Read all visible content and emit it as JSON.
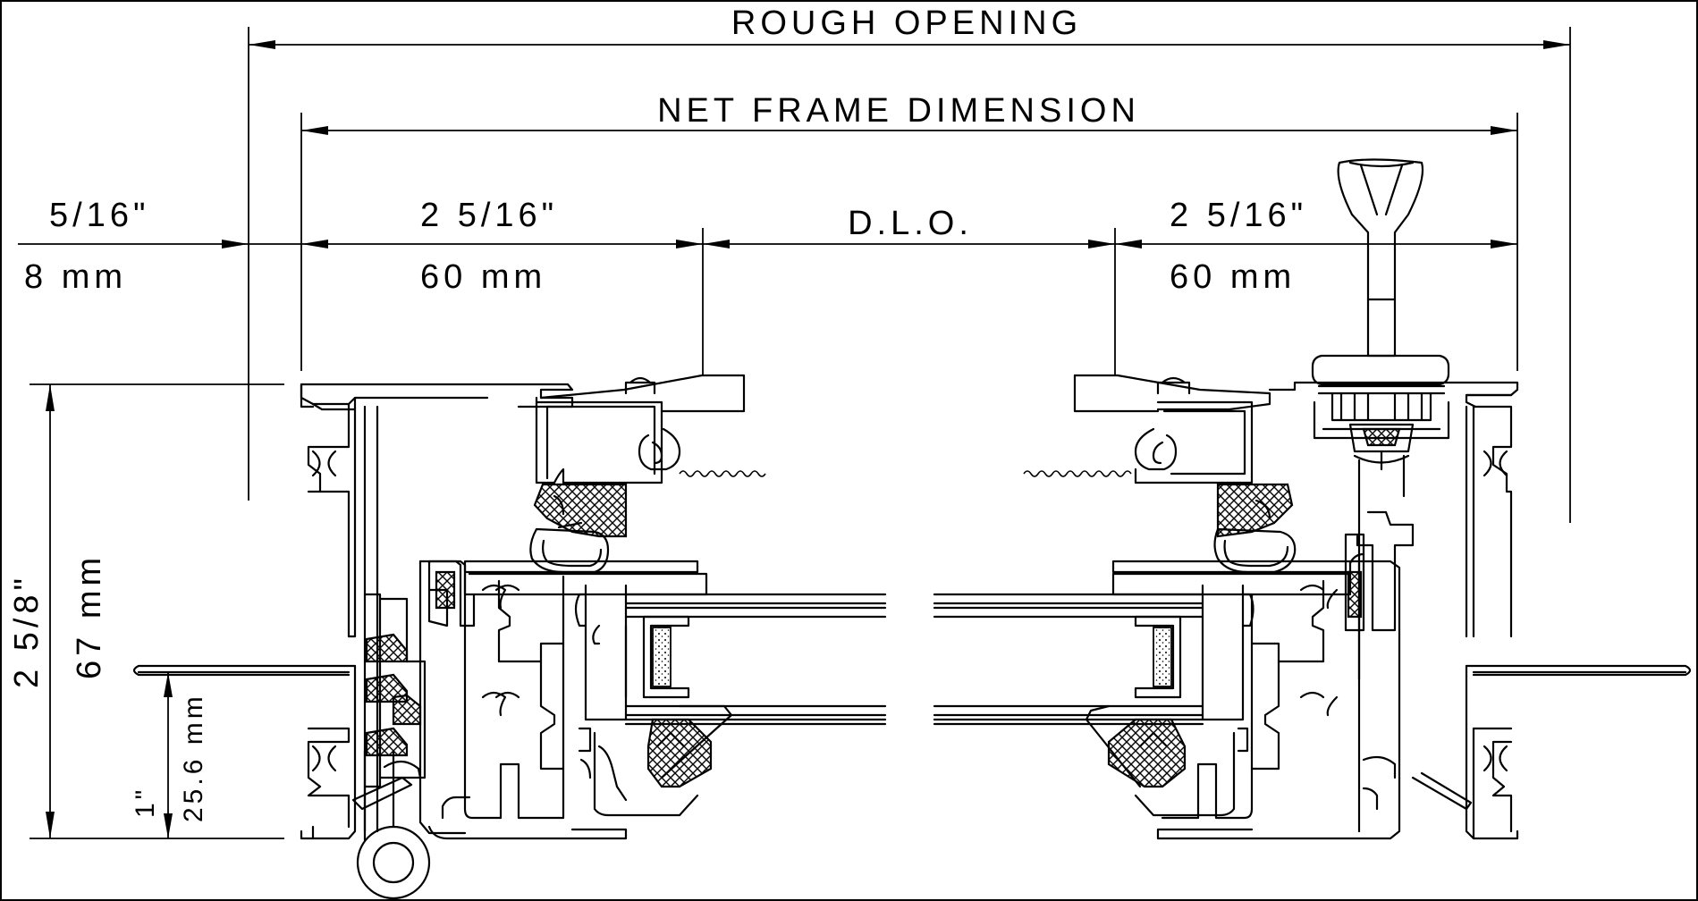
{
  "labels": {
    "rough_opening": "ROUGH OPENING",
    "net_frame": "NET FRAME DIMENSION",
    "dlo": "D.L.O.",
    "left_inch": "5/16\"",
    "left_mm": "8 mm",
    "left_frame_inch": "2 5/16\"",
    "left_frame_mm": "60 mm",
    "right_frame_inch": "2 5/16\"",
    "right_frame_mm": "60 mm",
    "height_inch": "2 5/8\"",
    "height_mm": "67 mm",
    "sill_inch": "1\"",
    "sill_mm": "25.6 mm"
  }
}
